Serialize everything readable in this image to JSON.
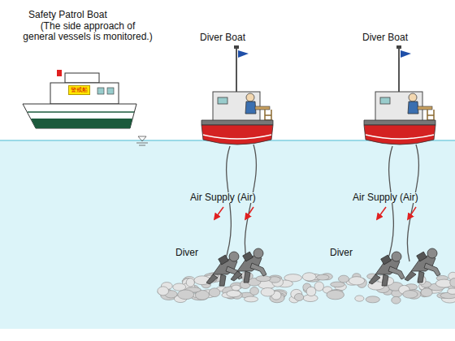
{
  "diagram": {
    "nodes": [
      {
        "text": [
          "警戒船"
        ]
      }
    ],
    "labels": [
      "Safety Patrol Boat",
      "(The side approach of general vessels is monitored.)",
      "Diver Boat",
      "Diver Boat",
      "Air Supply (Air)",
      "Air Supply (Air)",
      "Diver",
      "Diver"
    ]
  }
}
